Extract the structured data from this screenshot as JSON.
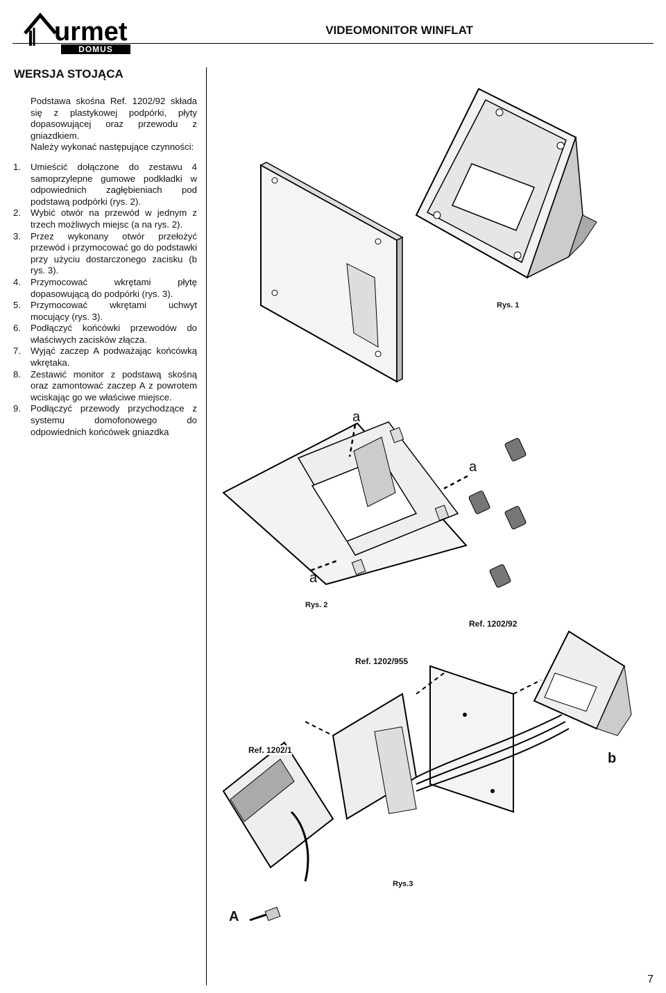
{
  "header": {
    "brand": "urmet",
    "sub_brand": "DOMUS",
    "doc_title": "VIDEOMONITOR WINFLAT"
  },
  "section_title": "WERSJA STOJĄCA",
  "intro": [
    "Podstawa skośna Ref. 1202/92 składa się z plastykowej podpórki, płyty dopasowującej oraz przewodu z gniazdkiem.",
    "Należy wykonać następujące czynności:"
  ],
  "steps": [
    {
      "num": "1.",
      "text": "Umieścić dołączone do zestawu 4 samoprzylepne gumowe podkładki w odpowiednich zagłębieniach pod podstawą podpórki (rys. 2)."
    },
    {
      "num": "2.",
      "text": "Wybić otwór na przewód w jednym z trzech możliwych miejsc (a na rys. 2)."
    },
    {
      "num": "3.",
      "text": "Przez wykonany otwór przełożyć przewód i przymocować go do podstawki przy użyciu dostarczonego zacisku (b rys. 3)."
    },
    {
      "num": "4.",
      "text": "Przymocować wkrętami płytę dopasowującą do podpórki (rys. 3)."
    },
    {
      "num": "5.",
      "text": "Przymocować wkrętami uchwyt mocujący (rys. 3)."
    },
    {
      "num": "6.",
      "text": "Podłączyć końcówki przewodów do właściwych zacisków złącza."
    },
    {
      "num": "7.",
      "text": "Wyjąć zaczep A podważając końcówką wkrętaka."
    },
    {
      "num": "8.",
      "text": "Zestawić monitor z podstawą skośną oraz zamontować zaczep A z powrotem wciskając go we właściwe miejsce."
    },
    {
      "num": "9.",
      "text": "Podłączyć przewody przychodzące z systemu domofonowego do odpowiednich końcówek gniazdka"
    }
  ],
  "figures": {
    "rys1": "Rys. 1",
    "rys2": "Rys. 2",
    "rys3": "Rys.3",
    "letter_a": "a",
    "letter_b": "b",
    "letter_A": "A",
    "ref_1202_92": "Ref. 1202/92",
    "ref_1202_955": "Ref. 1202/955",
    "ref_1202_1": "Ref. 1202/1"
  },
  "page_number": "7"
}
